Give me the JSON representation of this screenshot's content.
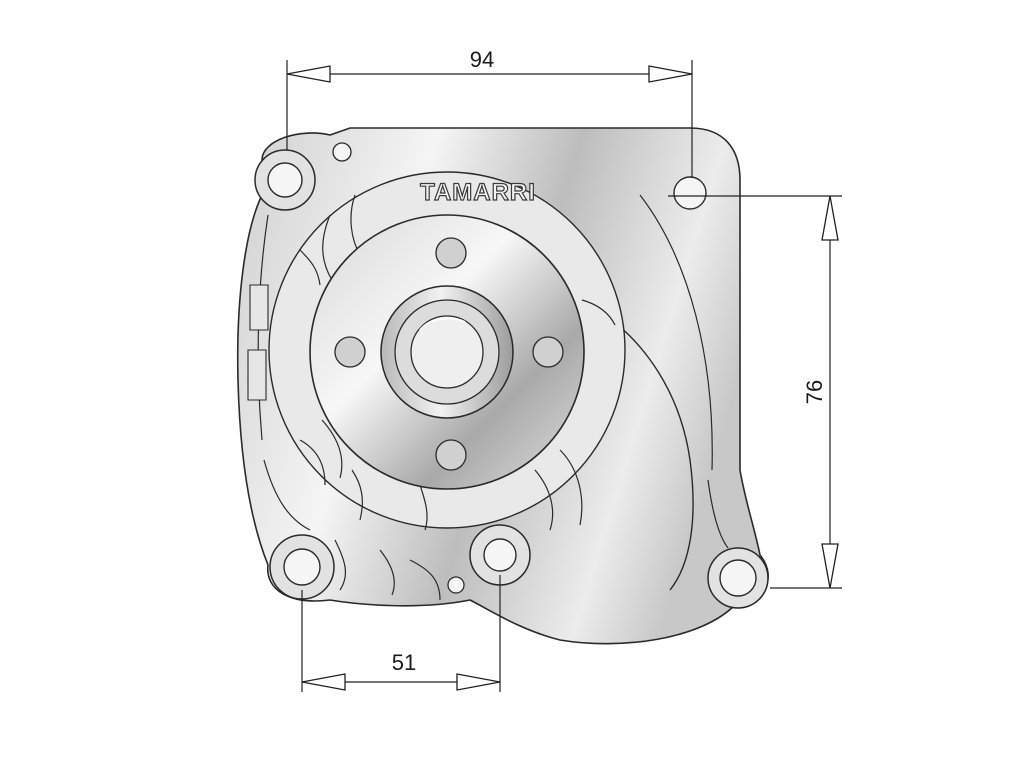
{
  "brand": "TAMARRI",
  "dimensions": {
    "top_width": "94",
    "right_height": "76",
    "bottom_width": "51"
  },
  "colors": {
    "outline": "#2a2a2a",
    "metal_light": "#f3f3f3",
    "metal_mid": "#d6d6d6",
    "metal_dark": "#a8a8a8",
    "dimension_line": "#222222"
  }
}
